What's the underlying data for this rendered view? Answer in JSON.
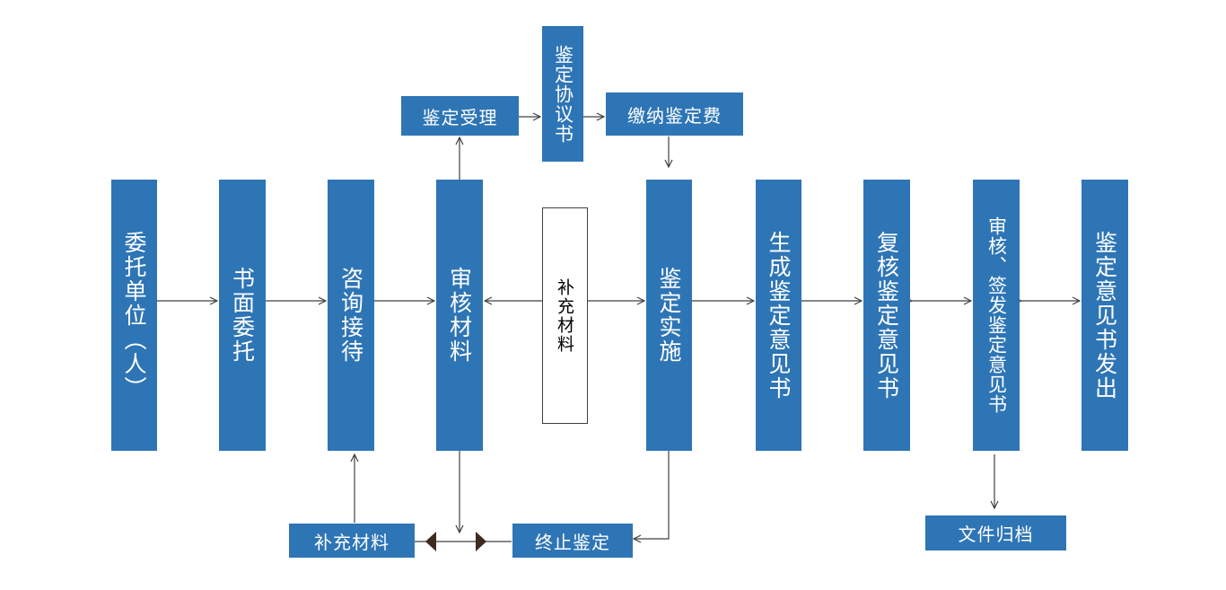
{
  "nodes": {
    "entrust_unit": "委托单位（人）",
    "written_entrust": "书面委托",
    "consult": "咨询接待",
    "review_materials": "审核材料",
    "supplement_center": "补充材料",
    "implement": "鉴定实施",
    "generate_opinion": "生成鉴定意见书",
    "recheck_opinion": "复核鉴定意见书",
    "review_sign_line1": "审核、",
    "review_sign_line2": "签发鉴定意见书",
    "issue_opinion": "鉴定意见书发出",
    "accept": "鉴定受理",
    "agreement": "鉴定协议书",
    "pay_fee": "缴纳鉴定费",
    "supplement_bottom": "补充材料",
    "terminate": "终止鉴定",
    "archive": "文件归档"
  },
  "colors": {
    "box_fill": "#2e75b6",
    "box_text": "#ffffff",
    "line": "#404040",
    "bowtie": "#3f2a20"
  }
}
